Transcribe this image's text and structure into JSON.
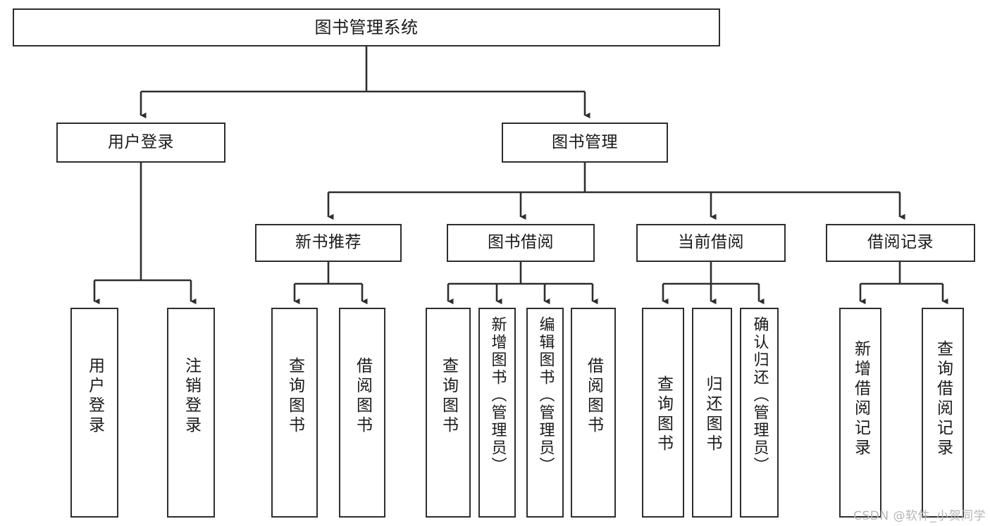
{
  "diagram": {
    "title": "图书管理系统",
    "type": "hierarchy-tree",
    "orientation": "top-down",
    "line_color": "#2e2e2e",
    "box_fill": "#ffffff",
    "text_color": "#1a1a1a"
  },
  "watermark": {
    "text": "CSDN @软件_小贺同学",
    "color": "#b6b6b6"
  },
  "nodes": {
    "root": {
      "label": "图书管理系统"
    },
    "level1": [
      {
        "id": "user-login",
        "label": "用户登录"
      },
      {
        "id": "book-manage",
        "label": "图书管理"
      }
    ],
    "level2": [
      {
        "id": "new-book-recommend",
        "label": "新书推荐"
      },
      {
        "id": "book-borrow",
        "label": "图书借阅"
      },
      {
        "id": "current-borrow",
        "label": "当前借阅"
      },
      {
        "id": "borrow-record",
        "label": "借阅记录"
      }
    ],
    "leaves": {
      "user_login": [
        {
          "id": "leaf-user-login",
          "label": "用户登录"
        },
        {
          "id": "leaf-logout-login",
          "label": "注销登录"
        }
      ],
      "new_book_recommend": [
        {
          "id": "leaf-query-book-1",
          "label": "查询图书"
        },
        {
          "id": "leaf-borrow-book-1",
          "label": "借阅图书"
        }
      ],
      "book_borrow": [
        {
          "id": "leaf-query-book-2",
          "label": "查询图书"
        },
        {
          "id": "leaf-add-book-admin",
          "label": "新增图书（管理员）"
        },
        {
          "id": "leaf-edit-book-admin",
          "label": "编辑图书（管理员）"
        },
        {
          "id": "leaf-borrow-book-2",
          "label": "借阅图书"
        }
      ],
      "current_borrow": [
        {
          "id": "leaf-query-book-3",
          "label": "查询图书"
        },
        {
          "id": "leaf-return-book",
          "label": "归还图书"
        },
        {
          "id": "leaf-confirm-return-admin",
          "label": "确认归还（管理员）"
        }
      ],
      "borrow_record": [
        {
          "id": "leaf-add-borrow-record",
          "label": "新增借阅记录"
        },
        {
          "id": "leaf-query-borrow-record",
          "label": "查询借阅记录"
        }
      ]
    }
  }
}
